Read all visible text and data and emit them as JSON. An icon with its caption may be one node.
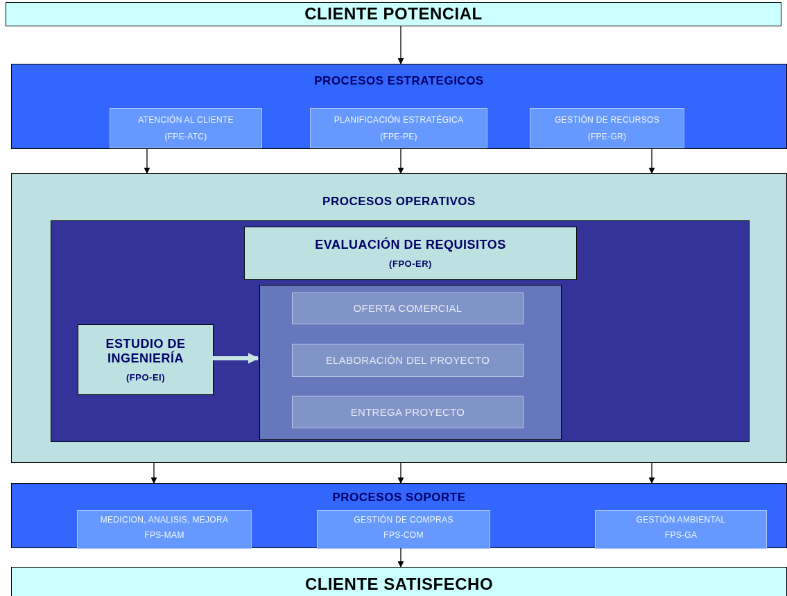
{
  "diagram": {
    "nodes": [
      {
        "text": [
          "CLIENTE POTENCIAL"
        ]
      },
      {
        "text": [
          "PROCESOS ESTRATEGICOS"
        ]
      },
      {
        "text": [
          "ATENCIÓN AL CLIENTE",
          "(FPE-ATC)"
        ],
        "in": 1
      },
      {
        "text": [
          "PLANIFICACIÓN ESTRATÉGICA",
          "(FPE-PE)"
        ],
        "in": 1
      },
      {
        "text": [
          "GESTIÓN DE RECURSOS",
          "(FPE-GR)"
        ],
        "in": 1
      },
      {
        "text": [
          "PROCESOS OPERATIVOS"
        ]
      },
      {
        "text": [],
        "shape": "box",
        "in": 5
      },
      {
        "text": [
          "EVALUACIÓN DE REQUISITOS",
          "(FPO-ER)"
        ],
        "in": 6
      },
      {
        "text": [
          "ESTUDIO DE INGENIERÍA",
          "(FPO-EI)"
        ],
        "in": 6
      },
      {
        "text": [],
        "shape": "box",
        "in": 6
      },
      {
        "text": [
          "OFERTA COMERCIAL"
        ],
        "in": 9
      },
      {
        "text": [
          "ELABORACIÓN DEL PROYECTO"
        ],
        "in": 9
      },
      {
        "text": [
          "ENTREGA PROYECTO"
        ],
        "in": 9
      },
      {
        "text": [
          "PROCESOS SOPORTE"
        ]
      },
      {
        "text": [
          "MEDICION, ANALISIS, MEJORA",
          "FPS-MAM"
        ],
        "in": 13
      },
      {
        "text": [
          "GESTIÓN DE COMPRAS",
          "FPS-COM"
        ],
        "in": 13
      },
      {
        "text": [
          "GESTIÓN AMBIENTAL",
          "FPS-GA"
        ],
        "in": 13
      },
      {
        "text": [
          "CLIENTE SATISFECHO"
        ]
      }
    ],
    "edges": [
      {
        "from": 0,
        "to": 1,
        "arrow": "to"
      },
      {
        "from": 1,
        "to": 5,
        "arrow": "to"
      },
      {
        "from": 1,
        "to": 5,
        "arrow": "to"
      },
      {
        "from": 1,
        "to": 5,
        "arrow": "to"
      },
      {
        "from": 8,
        "to": 9,
        "arrow": "to",
        "style": "thick",
        "color": "#c8e6e6"
      },
      {
        "from": 5,
        "to": 13,
        "arrow": "to"
      },
      {
        "from": 5,
        "to": 13,
        "arrow": "to"
      },
      {
        "from": 5,
        "to": 13,
        "arrow": "to"
      },
      {
        "from": 13,
        "to": 17,
        "arrow": "to"
      }
    ]
  }
}
